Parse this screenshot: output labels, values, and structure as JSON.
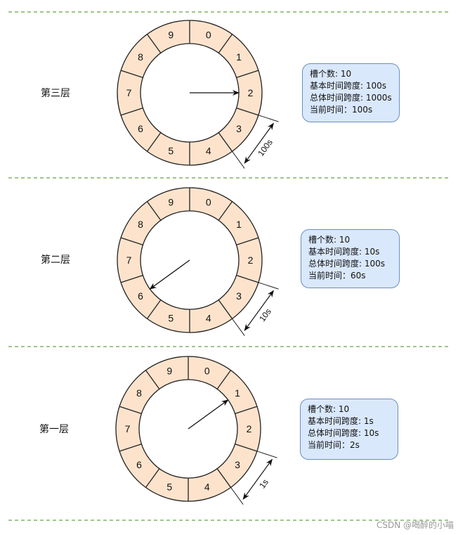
{
  "colors": {
    "slot_fill": "#fde3cc",
    "stroke": "#222222",
    "separator": "#82b366",
    "info_fill": "#dae8fc",
    "info_border": "#6c8ebf"
  },
  "slots": [
    "0",
    "1",
    "2",
    "3",
    "4",
    "5",
    "6",
    "7",
    "8",
    "9"
  ],
  "layers": [
    {
      "label": "第三层",
      "pointer_slot": 2,
      "span_label": "100s",
      "info": [
        "槽个数: 10",
        "基本时间跨度: 100s",
        "总体时间跨度: 1000s",
        "当前时间：100s"
      ]
    },
    {
      "label": "第二层",
      "pointer_slot": 6,
      "span_label": "10s",
      "info": [
        "槽个数: 10",
        "基本时间跨度: 10s",
        "总体时间跨度: 100s",
        "当前时间：60s"
      ]
    },
    {
      "label": "第一层",
      "pointer_slot": 1,
      "span_label": "1s",
      "info": [
        "槽个数: 10",
        "基本时间跨度: 1s",
        "总体时间跨度: 10s",
        "当前时间：2s"
      ]
    }
  ],
  "watermark": "CSDN @喝醉的小喵"
}
